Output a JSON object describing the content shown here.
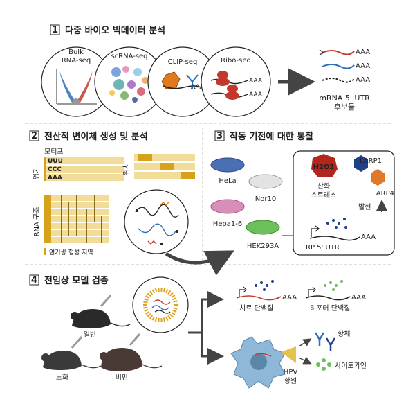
{
  "colors": {
    "dashed_divider": "#bdbdbd",
    "motif_bar": "#f1dc9a",
    "motif_accent": "#d6a21a",
    "volcano_red": "#c0392b",
    "volcano_blue": "#2f6fb5",
    "cell_dish_blue": "#4a6fb5",
    "cell_dish_pink": "#d78fb8",
    "cell_dish_green": "#6cbf5a",
    "h2o2_red": "#b3261e",
    "larp_blue": "#1f3f8a",
    "larp_orange": "#e0782a",
    "virus_blue": "#8fb8d8",
    "hpv_yellow": "#e6c24a"
  },
  "section1": {
    "number": "1",
    "title": "다중 바이오 빅데이터 분석",
    "circles": [
      {
        "label_line1": "Bulk",
        "label_line2": "RNA-seq",
        "icon": "volcano-plot"
      },
      {
        "label_line1": "scRNA-seq",
        "label_line2": "",
        "icon": "tsne-cluster-plot"
      },
      {
        "label_line1": "CLIP-seq",
        "label_line2": "",
        "icon": "rna-protein-binding",
        "tail": "AAA"
      },
      {
        "label_line1": "Ribo-seq",
        "label_line2": "",
        "icon": "ribosome",
        "tails": [
          "AAA",
          "AAA"
        ]
      }
    ],
    "output_tails": [
      "AAA",
      "AAA",
      "AAA"
    ],
    "output_label_line1": "mRNA 5' UTR",
    "output_label_line2": "후보들"
  },
  "section2": {
    "number": "2",
    "title": "전산적 변이체 생성 및 분석",
    "motif_label": "모티프",
    "base_label": "염기",
    "position_label": "위치",
    "motifs": [
      "UUU",
      "CCC",
      "AAA"
    ],
    "structure_label": "RNA 구조",
    "legend_text": "염기쌍 형성 지역"
  },
  "section3": {
    "number": "3",
    "title": "작동 기전에 대한 통찰",
    "cell_lines": [
      "HeLa",
      "Nor10",
      "Hepa1-6",
      "HEK293A"
    ],
    "stress_chip": "H2O2",
    "stress_line1": "산화",
    "stress_line2": "스트레스",
    "proteins": [
      "LARP1",
      "LARP4"
    ],
    "expression_label": "발현",
    "rp_label": "RP 5' UTR",
    "rp_tail": "AAA"
  },
  "section4": {
    "number": "4",
    "title": "전임상 모델 검증",
    "mouse_labels": [
      "일반",
      "노화",
      "비만"
    ],
    "therapeutic_label": "치료 단백질",
    "therapeutic_tail": "AAA",
    "reporter_label": "리포터 단백질",
    "reporter_tail": "AAA",
    "antibody_label": "항체",
    "hpv_line1": "HPV",
    "hpv_line2": "항원",
    "cytokine_label": "사이토카인"
  }
}
